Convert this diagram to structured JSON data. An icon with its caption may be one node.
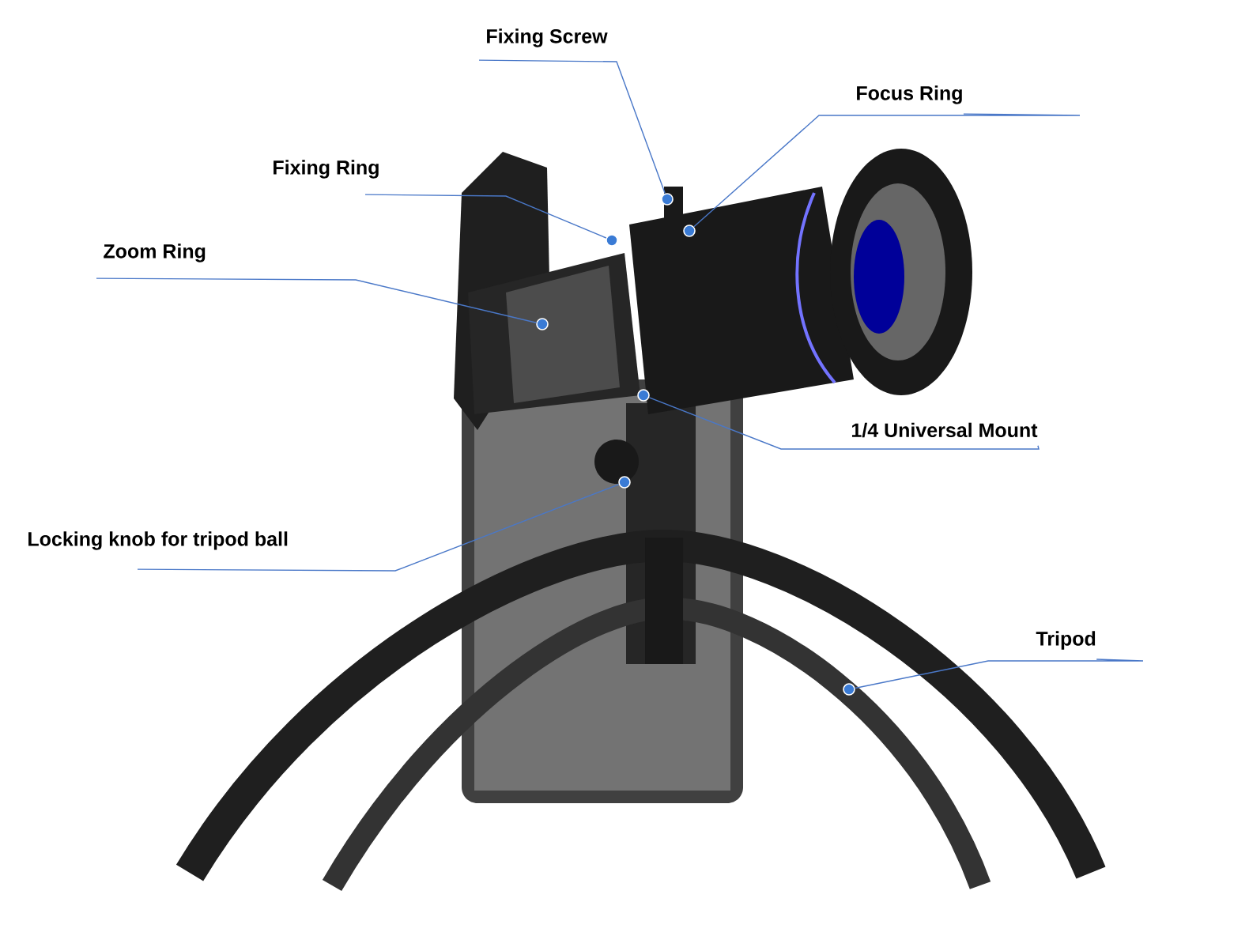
{
  "diagram": {
    "nodes": [
      {
        "text": [
          "Fixing Screw"
        ]
      },
      {
        "text": [
          "Focus Ring"
        ]
      },
      {
        "text": [
          "Fixing Ring"
        ]
      },
      {
        "text": [
          "Zoom Ring"
        ]
      },
      {
        "text": [
          "1/4 Universal Mount"
        ]
      },
      {
        "text": [
          "Locking knob for tripod ball"
        ]
      },
      {
        "text": [
          "Tripod"
        ]
      },
      {
        "text": [],
        "shape": "circle"
      },
      {
        "text": [],
        "shape": "circle"
      },
      {
        "text": [],
        "shape": "circle"
      },
      {
        "text": [],
        "shape": "circle"
      },
      {
        "text": [],
        "shape": "circle"
      },
      {
        "text": [],
        "shape": "circle"
      },
      {
        "text": [],
        "shape": "circle"
      }
    ],
    "edges": [
      {
        "from": 0,
        "to": 7,
        "arrow": "none"
      },
      {
        "from": 1,
        "to": 8,
        "arrow": "none"
      },
      {
        "from": 2,
        "to": 9,
        "arrow": "none"
      },
      {
        "from": 3,
        "to": 10,
        "arrow": "none"
      },
      {
        "from": 4,
        "to": 11,
        "arrow": "none"
      },
      {
        "from": 5,
        "to": 12,
        "arrow": "none"
      },
      {
        "from": 6,
        "to": 13,
        "arrow": "none"
      }
    ]
  }
}
